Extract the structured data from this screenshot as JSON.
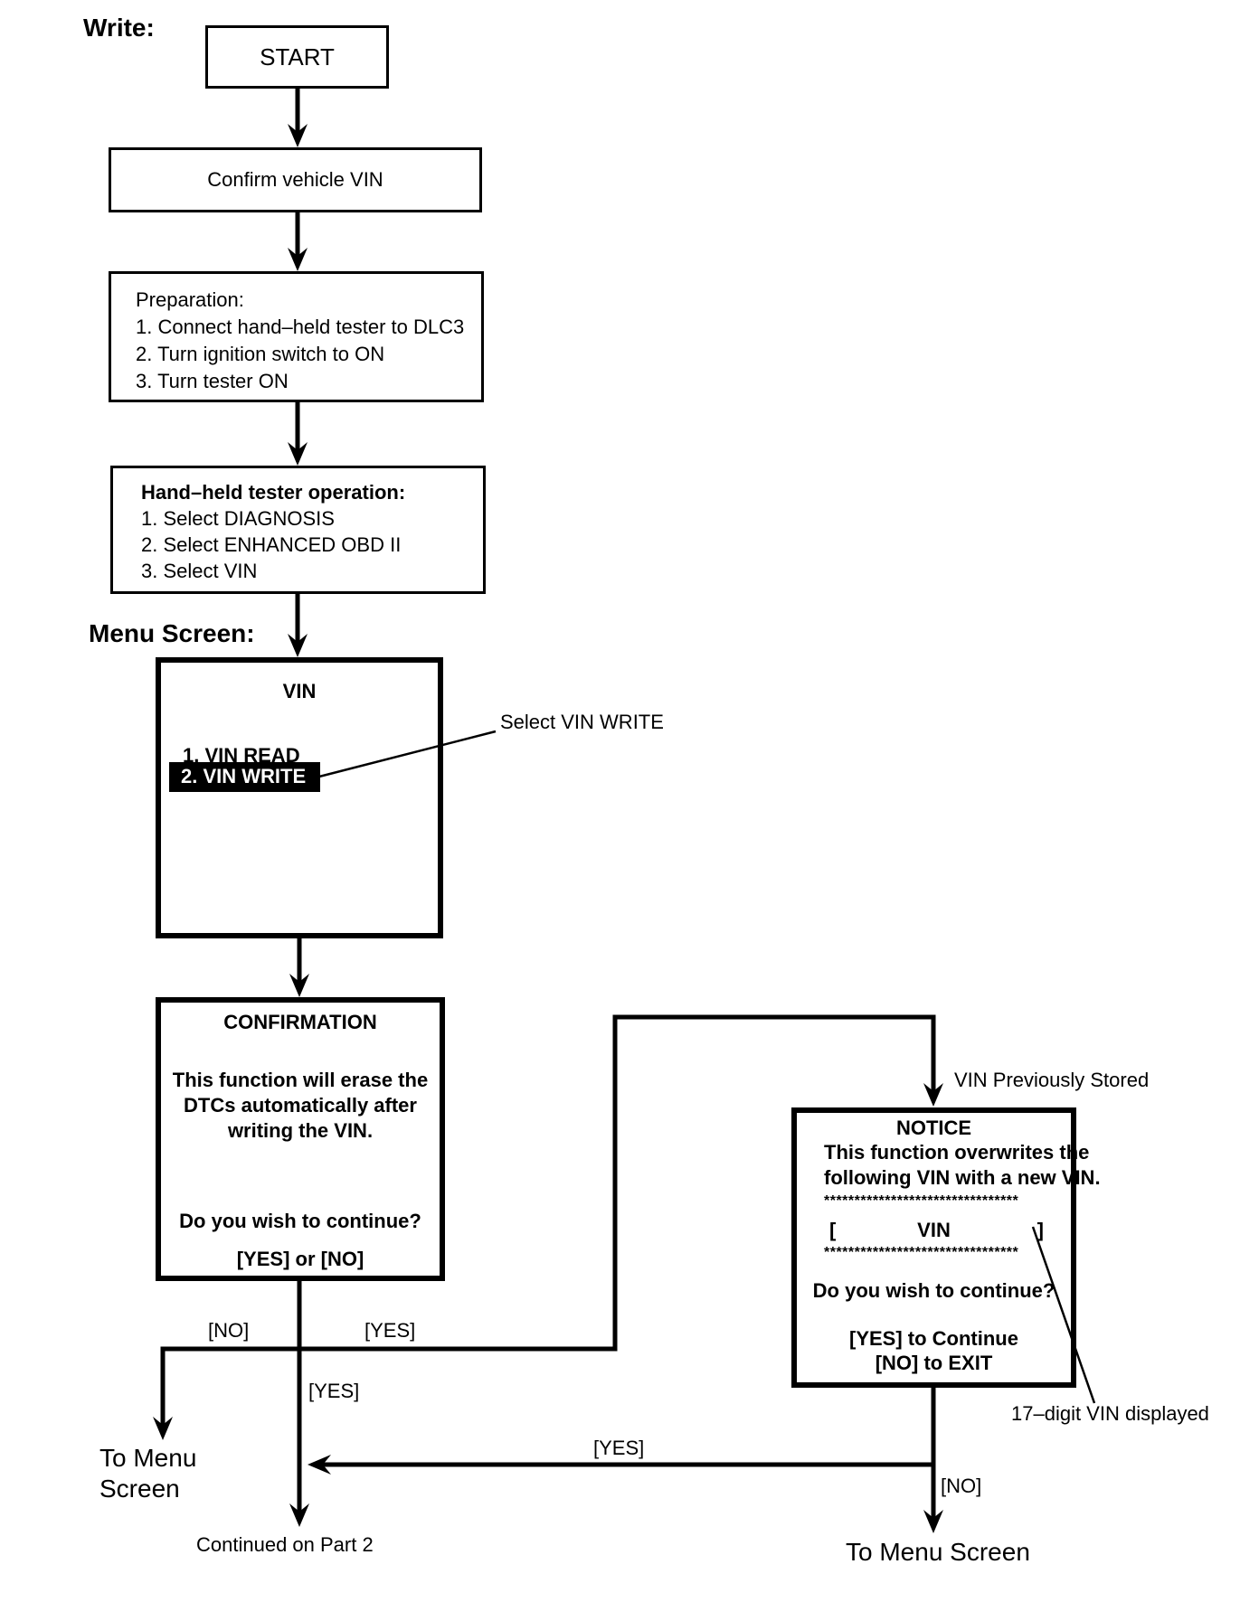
{
  "colors": {
    "ink": "#000000",
    "paper": "#ffffff",
    "highlight_bg": "#000000",
    "highlight_text": "#ffffff"
  },
  "page": {
    "write_label": "Write:",
    "menu_screen_label": "Menu Screen:"
  },
  "nodes": {
    "start": {
      "label": "START"
    },
    "confirm": {
      "label": "Confirm vehicle VIN"
    },
    "preparation": {
      "title": "Preparation:",
      "steps": [
        "1. Connect hand–held tester to DLC3",
        "2. Turn ignition switch to ON",
        "3. Turn tester ON"
      ]
    },
    "tester_operation": {
      "title": "Hand–held tester operation:",
      "steps": [
        "1. Select DIAGNOSIS",
        "2. Select ENHANCED OBD II",
        "3. Select VIN"
      ]
    },
    "vin_menu": {
      "title": "VIN",
      "items": [
        "1. VIN READ",
        "2. VIN WRITE"
      ]
    },
    "confirmation": {
      "title": "CONFIRMATION",
      "body": [
        "This function will erase the",
        "DTCs automatically after",
        "writing the VIN."
      ],
      "question": "Do you wish to continue?",
      "options": "[YES] or [NO]"
    },
    "notice": {
      "title": "NOTICE",
      "body": [
        "This function overwrites the",
        "following VIN with a new VIN."
      ],
      "stars": "********************************",
      "vin_open_bracket": "[",
      "vin_label": "VIN",
      "vin_close_bracket": "]",
      "question": "Do you wish to continue?",
      "yes_line": "[YES] to Continue",
      "no_line": "[NO] to EXIT"
    }
  },
  "edges": {
    "confirmation_no": "[NO]",
    "confirmation_yes_right": "[YES]",
    "confirmation_yes_down": "[YES]",
    "notice_yes": "[YES]",
    "notice_no": "[NO]"
  },
  "annotations": {
    "select_vin_write": "Select VIN WRITE",
    "vin_previously_stored": "VIN Previously Stored",
    "vin_digits_note": "17–digit VIN displayed",
    "to_menu_screen_left_line1": "To Menu",
    "to_menu_screen_left_line2": "Screen",
    "to_menu_screen_right": "To Menu Screen",
    "continued_on_part2": "Continued on Part 2"
  }
}
